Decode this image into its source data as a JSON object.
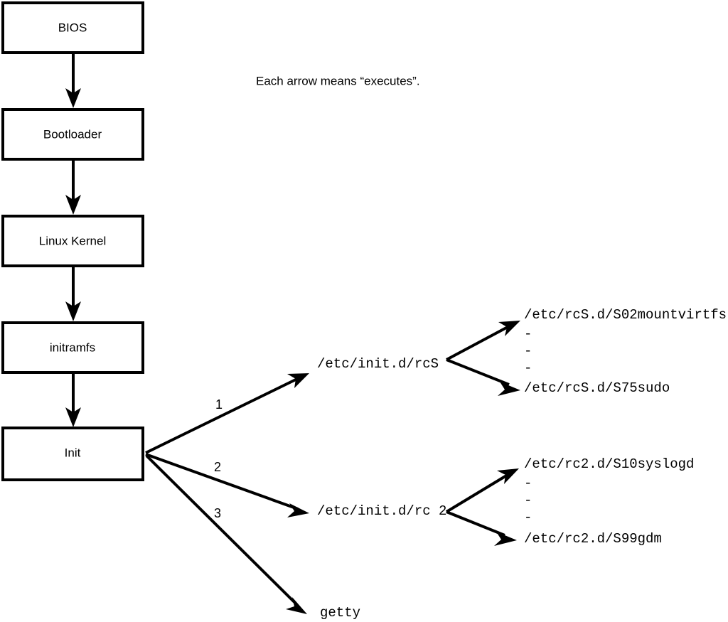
{
  "caption": {
    "text": "Each arrow means “executes”."
  },
  "colors": {
    "stroke": "#000000",
    "background": "#ffffff",
    "node_fill": "#ffffff"
  },
  "boot_chain": {
    "nodes": [
      {
        "id": "bios",
        "label": "BIOS"
      },
      {
        "id": "bootloader",
        "label": "Bootloader"
      },
      {
        "id": "kernel",
        "label": "Linux Kernel"
      },
      {
        "id": "initramfs",
        "label": "initramfs"
      },
      {
        "id": "init",
        "label": "Init"
      }
    ]
  },
  "init_edges": [
    {
      "number": "1",
      "target": "rcs"
    },
    {
      "number": "2",
      "target": "rc2"
    },
    {
      "number": "3",
      "target": "getty"
    }
  ],
  "init_targets": {
    "rcs": {
      "label": "/etc/init.d/rcS"
    },
    "rc2": {
      "label": "/etc/init.d/rc 2"
    },
    "getty": {
      "label": "getty"
    }
  },
  "rcs_scripts": {
    "first": "/etc/rcS.d/S02mountvirtfs",
    "ellipsis": [
      "-",
      "-",
      "-"
    ],
    "last": "/etc/rcS.d/S75sudo"
  },
  "rc2_scripts": {
    "first": "/etc/rc2.d/S10syslogd",
    "ellipsis": [
      "-",
      "-",
      "-"
    ],
    "last": "/etc/rc2.d/S99gdm"
  },
  "chart_data": {
    "type": "diagram",
    "title": "Linux boot process flow",
    "nodes": [
      "BIOS",
      "Bootloader",
      "Linux Kernel",
      "initramfs",
      "Init",
      "/etc/init.d/rcS",
      "/etc/init.d/rc 2",
      "getty",
      "/etc/rcS.d/S02mountvirtfs",
      "/etc/rcS.d/S75sudo",
      "/etc/rc2.d/S10syslogd",
      "/etc/rc2.d/S99gdm"
    ],
    "edges": [
      {
        "from": "BIOS",
        "to": "Bootloader",
        "label": ""
      },
      {
        "from": "Bootloader",
        "to": "Linux Kernel",
        "label": ""
      },
      {
        "from": "Linux Kernel",
        "to": "initramfs",
        "label": ""
      },
      {
        "from": "initramfs",
        "to": "Init",
        "label": ""
      },
      {
        "from": "Init",
        "to": "/etc/init.d/rcS",
        "label": "1"
      },
      {
        "from": "Init",
        "to": "/etc/init.d/rc 2",
        "label": "2"
      },
      {
        "from": "Init",
        "to": "getty",
        "label": "3"
      },
      {
        "from": "/etc/init.d/rcS",
        "to": "/etc/rcS.d/S02mountvirtfs",
        "label": ""
      },
      {
        "from": "/etc/init.d/rcS",
        "to": "/etc/rcS.d/S75sudo",
        "label": ""
      },
      {
        "from": "/etc/init.d/rc 2",
        "to": "/etc/rc2.d/S10syslogd",
        "label": ""
      },
      {
        "from": "/etc/init.d/rc 2",
        "to": "/etc/rc2.d/S99gdm",
        "label": ""
      }
    ]
  }
}
